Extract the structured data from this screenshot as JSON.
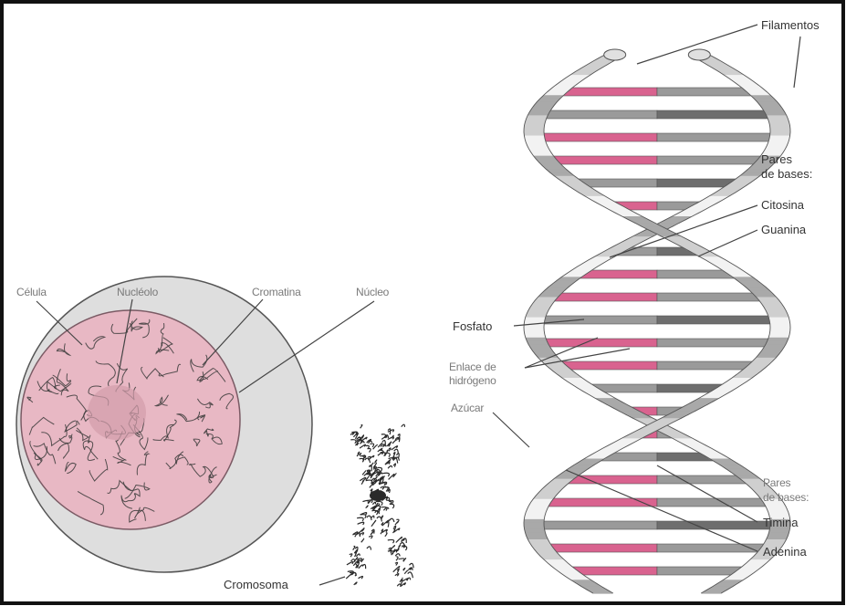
{
  "diagram": {
    "colors": {
      "border": "#111111",
      "cell_fill": "#dedede",
      "nucleus_fill": "#e8b8c4",
      "chromatin": "#3a3a3a",
      "backbone_light": "#f2f2f2",
      "backbone_mid": "#cfcfcf",
      "backbone_dark": "#a9a9a9",
      "base_pink": "#d9638f",
      "base_gray": "#9a9a9a",
      "base_dark": "#6e6e6e",
      "leader": "#444444"
    },
    "labels": {
      "celula": "Célula",
      "nucleolo": "Nucléolo",
      "cromatina": "Cromatina",
      "nucleo": "Núcleo",
      "cromosoma": "Cromosoma",
      "filamentos": "Filamentos",
      "pares_de_bases_1": "Pares",
      "pares_de_bases_2": "de bases:",
      "citosina": "Citosina",
      "guanina": "Guanina",
      "fosfato": "Fosfato",
      "enlace_1": "Enlace de",
      "enlace_2": "hidrógeno",
      "azucar": "Azúcar",
      "pares_b_1": "Pares",
      "pares_b_2": "de bases:",
      "timina": "Timina",
      "adenina": "Adenina"
    }
  }
}
